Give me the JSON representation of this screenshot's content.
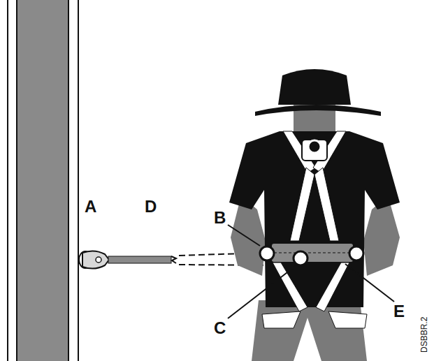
{
  "diagram": {
    "labels": [
      "A",
      "D",
      "B",
      "C",
      "E",
      "DSBBR.2"
    ]
  }
}
